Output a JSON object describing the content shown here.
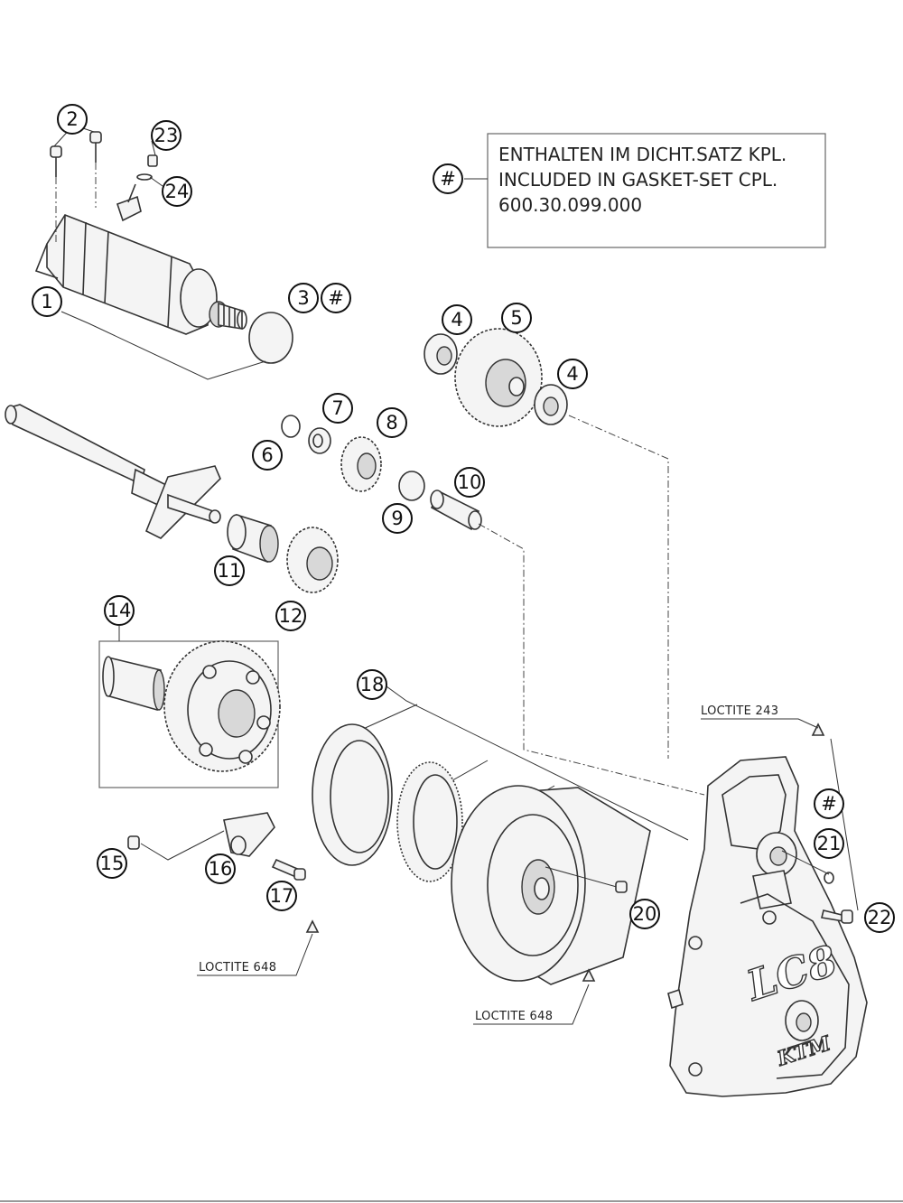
{
  "note": {
    "symbol": "#",
    "lines": [
      "ENTHALTEN IM DICHT.SATZ KPL.",
      "INCLUDED IN GASKET-SET CPL.",
      "600.30.099.000"
    ]
  },
  "callouts": {
    "c1": "1",
    "c2": "2",
    "c3": "3",
    "c3h": "#",
    "c4a": "4",
    "c4b": "4",
    "c5": "5",
    "c6": "6",
    "c7": "7",
    "c8": "8",
    "c9": "9",
    "c10": "10",
    "c11": "11",
    "c12": "12",
    "c14": "14",
    "c15": "15",
    "c16": "16",
    "c17": "17",
    "c18": "18",
    "c20": "20",
    "c21": "21",
    "c21h": "#",
    "c22": "22",
    "c23": "23",
    "c24": "24"
  },
  "loctite": {
    "l243": "LOCTITE 243",
    "l648a": "LOCTITE 648",
    "l648b": "LOCTITE 648"
  },
  "cover_logo": {
    "lc8": "LC8",
    "ktm": "KTM"
  }
}
